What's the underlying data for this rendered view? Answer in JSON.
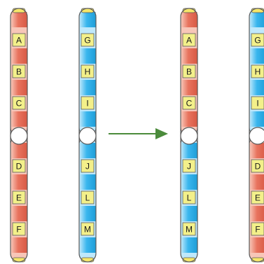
{
  "colors": {
    "red_band": "#e8735e",
    "red_band_light": "#f7c6b8",
    "blue_band": "#39b6ee",
    "blue_band_light": "#bfe8fb",
    "label_box": "#f3f08a",
    "outline": "#5a5a5a",
    "tip": "#f6e76a",
    "centromere": "#ffffff",
    "arrow": "#4b8b3b"
  },
  "chromosomes": [
    {
      "id": "chromosome-1",
      "color": "red",
      "genes": [
        "A",
        "B",
        "C",
        "D",
        "E",
        "F"
      ],
      "segments": [
        "red",
        "red",
        "red",
        "red",
        "red",
        "red"
      ]
    },
    {
      "id": "chromosome-2",
      "color": "blue",
      "genes": [
        "G",
        "H",
        "I",
        "J",
        "L",
        "M"
      ],
      "segments": [
        "blue",
        "blue",
        "blue",
        "blue",
        "blue",
        "blue"
      ]
    },
    {
      "id": "chromosome-3",
      "color": "mixed",
      "genes": [
        "A",
        "B",
        "C",
        "J",
        "L",
        "M"
      ],
      "segments": [
        "red",
        "red",
        "red",
        "blue",
        "blue",
        "blue"
      ]
    },
    {
      "id": "chromosome-4",
      "color": "mixed",
      "genes": [
        "G",
        "H",
        "I",
        "D",
        "E",
        "F"
      ],
      "segments": [
        "blue",
        "blue",
        "blue",
        "red",
        "red",
        "red"
      ]
    }
  ],
  "arrow": {
    "direction": "right"
  }
}
